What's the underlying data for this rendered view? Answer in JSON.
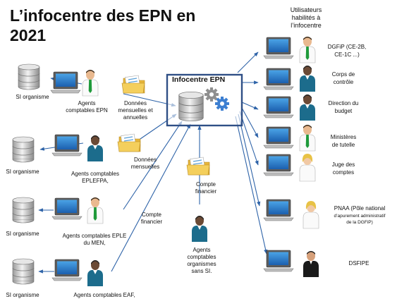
{
  "title": {
    "line1": "L’infocentre des EPN en",
    "line2": "2021"
  },
  "header_users": {
    "line1": "Utilisateurs",
    "line2": "habilités à",
    "line3": "l’infocentre"
  },
  "infocentre": {
    "label": "Infocentre EPN"
  },
  "sources": [
    {
      "si": "SI organisme",
      "agent_lines": [
        "Agents",
        "comptables EPN"
      ],
      "doc_lines": [
        "Données",
        "mensuelles et",
        "annuelles"
      ]
    },
    {
      "si": "SI organisme",
      "agent_lines": [
        "Agents comptables",
        "EPLEFPA,"
      ],
      "doc_lines": [
        "Données",
        "mensuelles"
      ]
    },
    {
      "si": "SI organisme",
      "agent_lines": [
        "Agents comptables EPLE",
        "du MEN,"
      ],
      "doc_lines": [
        "Compte",
        "financier"
      ]
    },
    {
      "si": "SI organisme",
      "agent_lines": [
        "Agents comptables EAF,"
      ]
    }
  ],
  "middle_source": {
    "doc_lines": [
      "Compte",
      "financier"
    ],
    "agent_lines": [
      "Agents",
      "comptables",
      "organismes",
      "sans SI."
    ]
  },
  "users": [
    {
      "label_lines": [
        "DGFiP (CE-2B,",
        "CE-1C ...)"
      ]
    },
    {
      "label_lines": [
        "Corps de",
        "contrôle"
      ]
    },
    {
      "label_lines": [
        "Direction du",
        "budget"
      ]
    },
    {
      "label_lines": [
        "Ministères",
        "de tutelle"
      ]
    },
    {
      "label_lines": [
        "Juge des",
        "comptes"
      ]
    },
    {
      "label_lines": [
        "PNAA (Pôle national",
        "d’apurement administratif",
        "de la DGFiP)"
      ]
    },
    {
      "label_lines": [
        "DSFIPE"
      ]
    }
  ],
  "colors": {
    "arrow": "#2e63a8",
    "box": "#2f4f86",
    "tie": "#1f9a3a",
    "folder": "#f2c94c"
  },
  "icons": [
    "database-icon",
    "computer-icon",
    "person-icon",
    "folder-icon",
    "gear-icon"
  ]
}
